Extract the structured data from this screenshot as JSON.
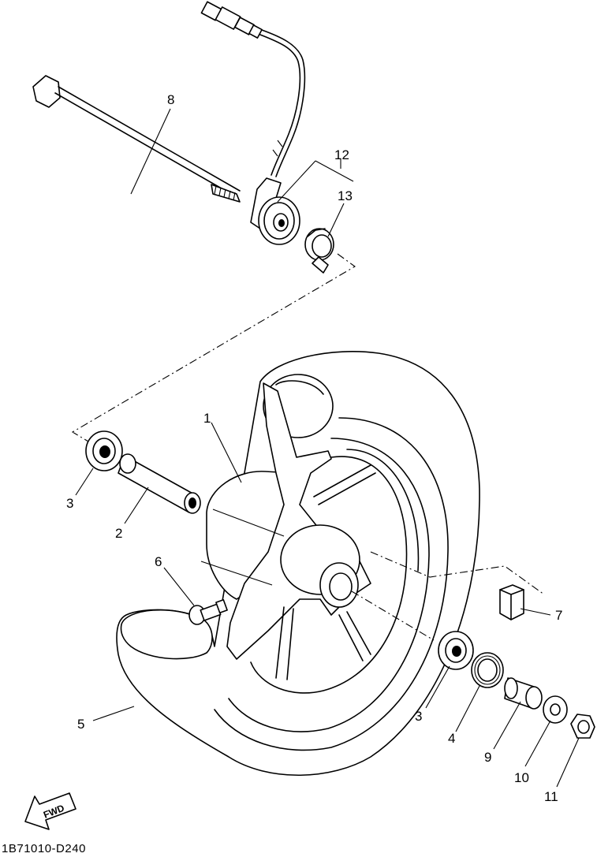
{
  "diagram_code": "1B71010-D240",
  "fwd_label": "FWD",
  "callouts": [
    {
      "id": "1",
      "label": "1"
    },
    {
      "id": "2",
      "label": "2"
    },
    {
      "id": "3a",
      "label": "3"
    },
    {
      "id": "3b",
      "label": "3"
    },
    {
      "id": "4",
      "label": "4"
    },
    {
      "id": "5",
      "label": "5"
    },
    {
      "id": "6",
      "label": "6"
    },
    {
      "id": "7",
      "label": "7"
    },
    {
      "id": "8",
      "label": "8"
    },
    {
      "id": "9",
      "label": "9"
    },
    {
      "id": "10",
      "label": "10"
    },
    {
      "id": "11",
      "label": "11"
    },
    {
      "id": "12",
      "label": "12"
    },
    {
      "id": "13",
      "label": "13"
    }
  ]
}
